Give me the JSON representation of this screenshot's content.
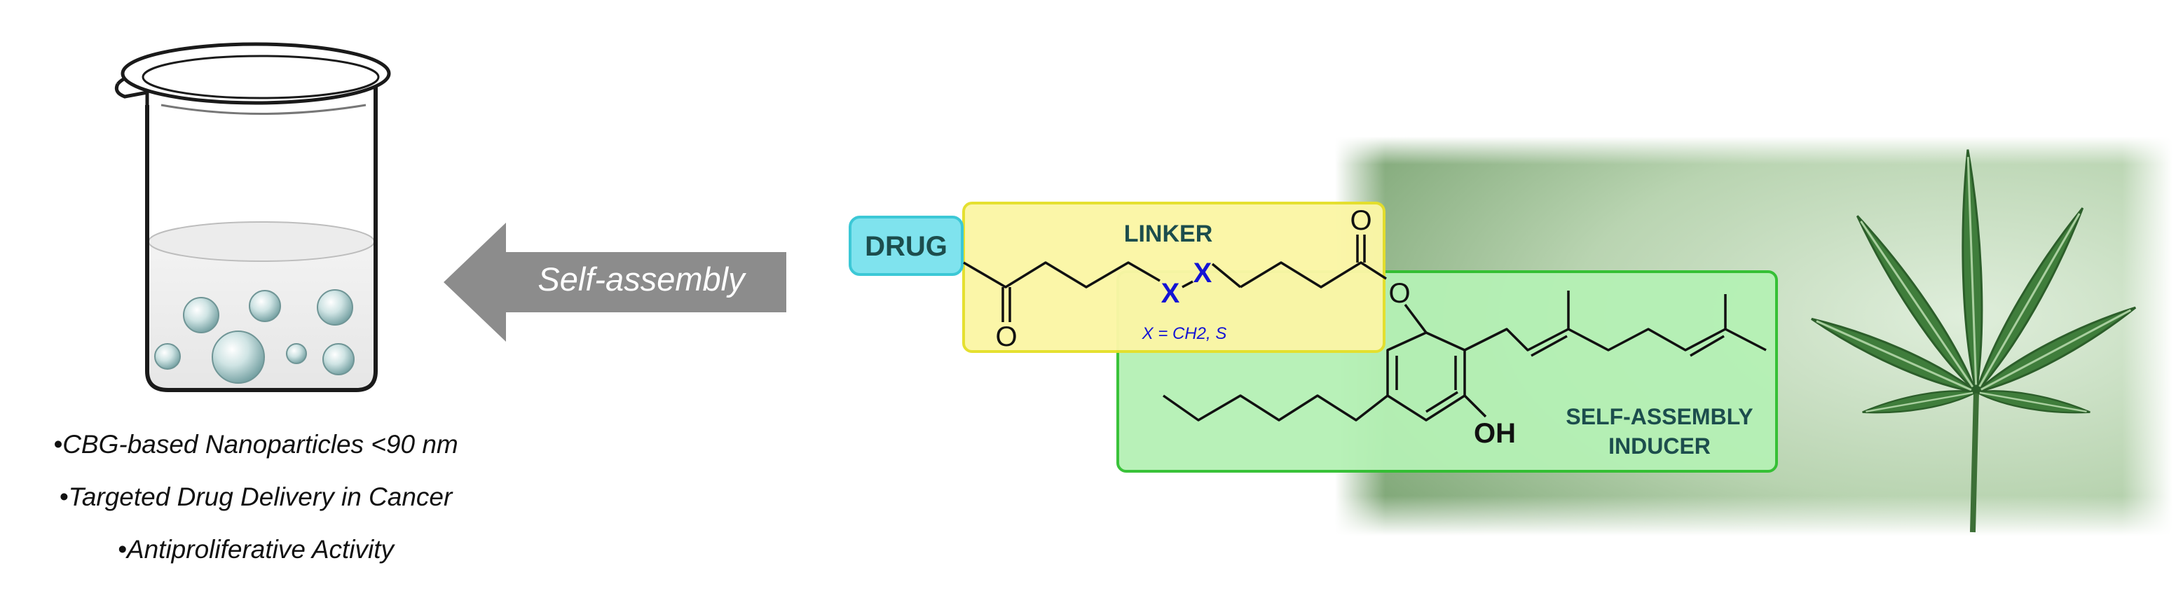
{
  "beaker": {
    "features": [
      "•CBG-based Nanoparticles <90 nm",
      "•Targeted Drug Delivery in Cancer",
      "•Antiproliferative Activity"
    ]
  },
  "arrow": {
    "label": "Self-assembly"
  },
  "conjugate": {
    "drug_label": "DRUG",
    "linker_label": "LINKER",
    "linker_atom": "X",
    "linker_note": "X = CH2, S",
    "ketone_oxygen": "O",
    "ester_carbonyl_oxygen": "O",
    "ester_oxygen": "O",
    "hydroxyl": "OH",
    "inducer_label_line1": "SELF-ASSEMBLY",
    "inducer_label_line2": "INDUCER"
  },
  "colors": {
    "drug_box": "#7fe3ee",
    "linker_box": "#fbf6a6",
    "inducer_box": "#b5f1b5",
    "label_text": "#1c4d4d",
    "linker_atom": "#1414d4",
    "arrow": "#8c8c8c",
    "leaf": "#3d7b3a"
  },
  "icons": [
    "beaker-icon",
    "nanoparticle-icon",
    "cannabis-leaf-icon"
  ]
}
